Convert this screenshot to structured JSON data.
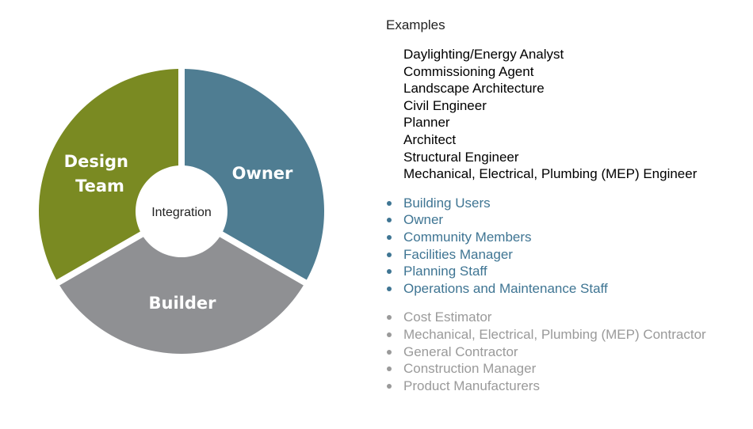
{
  "colors": {
    "design_team": "#7a8a22",
    "owner": "#4f7d92",
    "builder": "#8f9093",
    "design_text": "#6f8a1e",
    "owner_text": "#3f7593",
    "builder_text": "#9a9a9a"
  },
  "diagram": {
    "center_label": "Integration",
    "segments": {
      "design_team": [
        "Design",
        "Team"
      ],
      "owner": "Owner",
      "builder": "Builder"
    }
  },
  "examples": {
    "heading": "Examples",
    "groups": [
      {
        "key": "design_team",
        "items": [
          "Daylighting/Energy Analyst",
          "Commissioning Agent",
          "Landscape Architecture",
          "Civil Engineer",
          "Planner",
          "Architect",
          "Structural Engineer",
          "Mechanical, Electrical, Plumbing (MEP) Engineer"
        ]
      },
      {
        "key": "owner",
        "items": [
          "Building Users",
          "Owner",
          "Community Members",
          "Facilities Manager",
          "Planning Staff",
          "Operations and Maintenance Staff"
        ]
      },
      {
        "key": "builder",
        "items": [
          "Cost Estimator",
          "Mechanical, Electrical, Plumbing (MEP) Contractor",
          "General Contractor",
          "Construction Manager",
          "Product Manufacturers"
        ]
      }
    ]
  }
}
